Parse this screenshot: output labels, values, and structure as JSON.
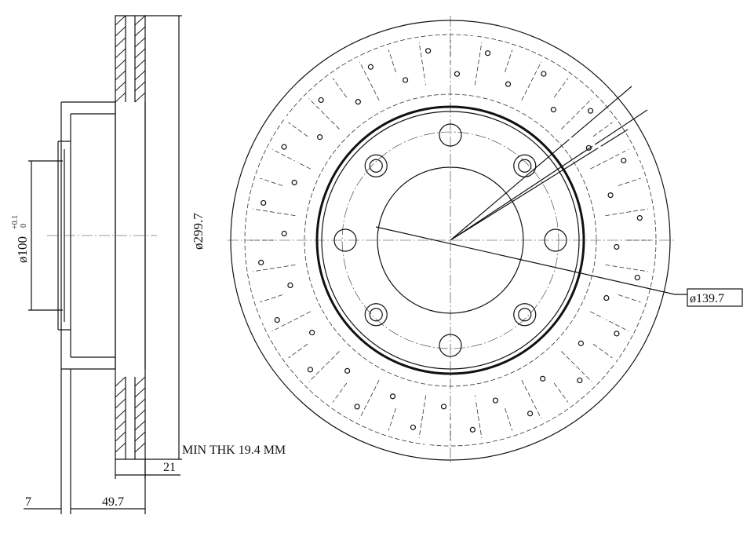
{
  "title": "Brake disc technical drawing",
  "dimensions": {
    "bore_diameter": "ø100",
    "bore_tolerance_upper": "+0.1",
    "bore_tolerance_lower": "0",
    "outer_diameter": "ø299.7",
    "bolt_circle": "ø139.7",
    "min_thickness": "MIN THK 19.4 MM",
    "thickness": "21",
    "hat_offset": "7",
    "total_height": "49.7"
  },
  "bolt_holes": 8
}
